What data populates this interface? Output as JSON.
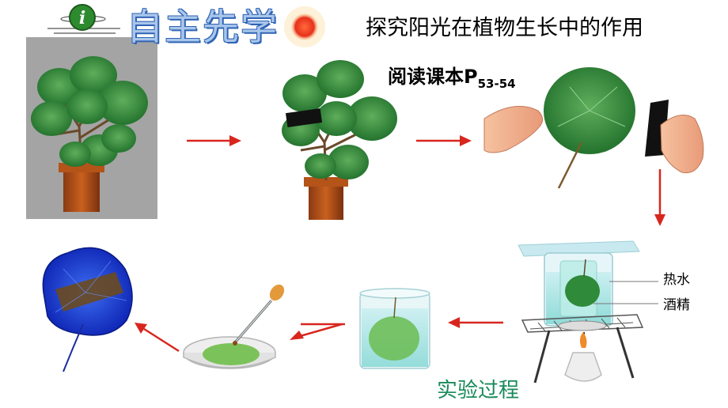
{
  "header": {
    "title": "自主先学",
    "info_icon": "info-icon",
    "sun_icon": "red-sun-icon"
  },
  "main_title": "探究阳光在植物生长中的作用",
  "reading": {
    "prefix": "阅读课本P",
    "pages": "53-54"
  },
  "labels": {
    "hot_water": "热水",
    "alcohol": "酒精"
  },
  "caption": "实验过程",
  "colors": {
    "title_fill": "#a9c6ea",
    "title_stroke": "#2f63b5",
    "arrow": "#d8261e",
    "caption": "#1a8a5a",
    "leaf": "#2f8a3a",
    "stained_leaf": "#1f3fd0"
  }
}
